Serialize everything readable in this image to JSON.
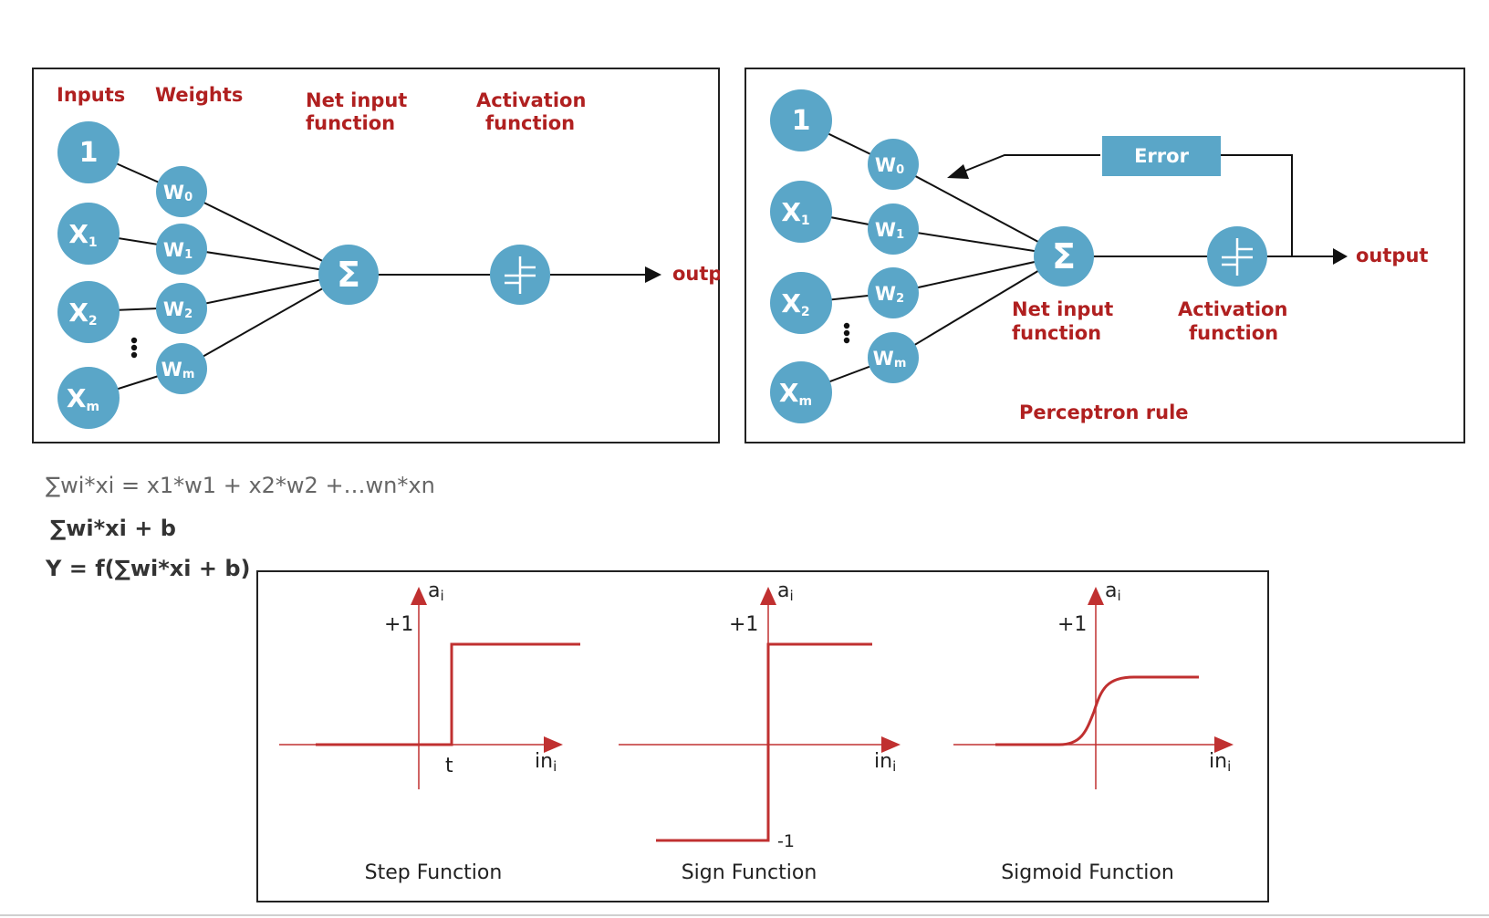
{
  "diagram_left": {
    "headers": {
      "inputs": "Inputs",
      "weights": "Weights",
      "net_input_1": "Net input",
      "net_input_2": "function",
      "activation_1": "Activation",
      "activation_2": "function"
    },
    "inputs": [
      "1",
      "X",
      "X",
      "X"
    ],
    "input_subs": [
      "",
      "1",
      "2",
      "m"
    ],
    "weights": [
      "W",
      "W",
      "W",
      "W"
    ],
    "weight_subs": [
      "0",
      "1",
      "2",
      "m"
    ],
    "sum_symbol": "Σ",
    "output": "output"
  },
  "diagram_right": {
    "inputs": [
      "1",
      "X",
      "X",
      "X"
    ],
    "input_subs": [
      "",
      "1",
      "2",
      "m"
    ],
    "weights": [
      "W",
      "W",
      "W",
      "W"
    ],
    "weight_subs": [
      "0",
      "1",
      "2",
      "m"
    ],
    "sum_symbol": "Σ",
    "error": "Error",
    "output": "output",
    "net_input_1": "Net input",
    "net_input_2": "function",
    "activation_1": "Activation",
    "activation_2": "function",
    "caption": "Perceptron rule"
  },
  "formulas": {
    "line1": "∑wi*xi = x1*w1 + x2*w2 +…wn*xn",
    "line2": "∑wi*xi + b",
    "line3": "Y = f(∑wi*xi + b)"
  },
  "activation_plots": {
    "step": {
      "title": "Step Function",
      "y_label": "a",
      "y_sub": "i",
      "x_label": "in",
      "x_sub": "i",
      "plus_one": "+1",
      "threshold": "t"
    },
    "sign": {
      "title": "Sign Function",
      "y_label": "a",
      "y_sub": "i",
      "x_label": "in",
      "x_sub": "i",
      "plus_one": "+1",
      "minus_one": "-1"
    },
    "sigmoid": {
      "title": "Sigmoid Function",
      "y_label": "a",
      "y_sub": "i",
      "x_label": "in",
      "x_sub": "i",
      "plus_one": "+1"
    }
  },
  "colors": {
    "node": "#5aa6c8",
    "label_red": "#b02020",
    "curve_red": "#c03030"
  }
}
